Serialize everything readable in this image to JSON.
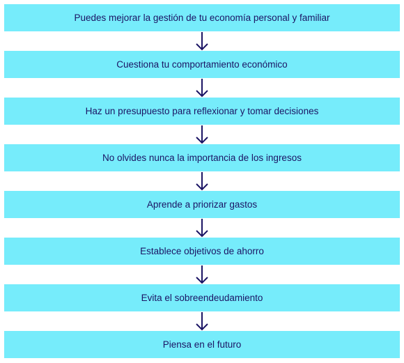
{
  "steps": [
    {
      "label": "Puedes mejorar la gestión de tu economía personal y familiar"
    },
    {
      "label": "Cuestiona tu comportamiento económico"
    },
    {
      "label": "Haz un presupuesto para reflexionar y tomar decisiones"
    },
    {
      "label": "No olvides nunca la importancia de los ingresos"
    },
    {
      "label": "Aprende a priorizar gastos"
    },
    {
      "label": "Establece objetivos de ahorro"
    },
    {
      "label": "Evita el sobreendeudamiento"
    },
    {
      "label": "Piensa en el futuro"
    }
  ],
  "colors": {
    "box_fill": "#76ecfb",
    "text": "#1b1464",
    "arrow": "#1b1464"
  },
  "icons": {
    "connector": "arrow-down-icon"
  }
}
